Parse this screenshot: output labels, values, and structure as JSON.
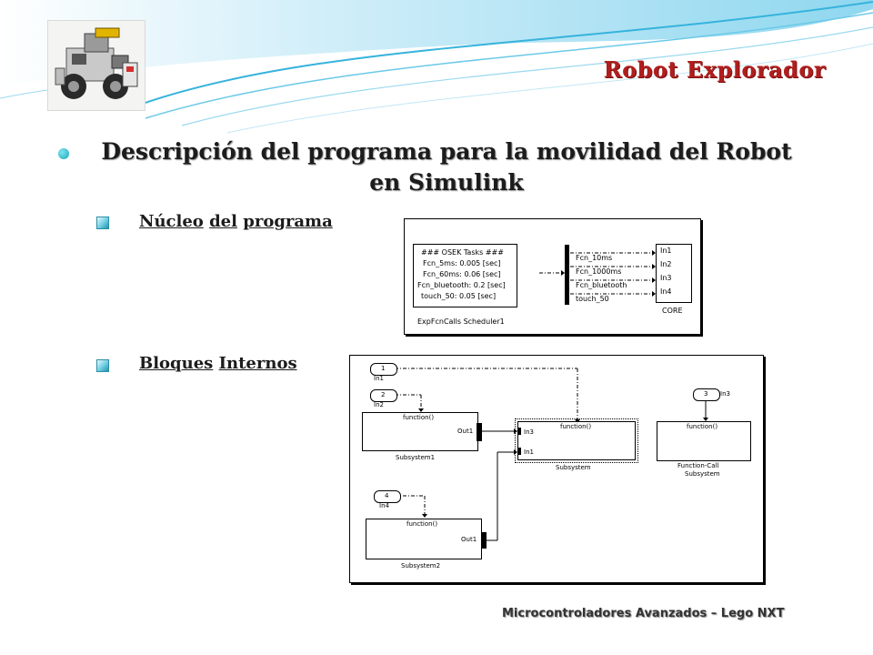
{
  "header": {
    "title": "Robot Explorador"
  },
  "heading": {
    "line1": "Descripción del programa para la movilidad del Robot",
    "line2": "en Simulink"
  },
  "section_core": {
    "words": [
      "Núcleo",
      "del",
      "programa"
    ]
  },
  "section_blocks": {
    "words": [
      "Bloques",
      "Internos"
    ]
  },
  "core_diagram": {
    "task_lines": [
      "###  OSEK Tasks  ###",
      "Fcn_5ms: 0.005 [sec]",
      "Fcn_60ms: 0.06 [sec]",
      "Fcn_bluetooth: 0.2 [sec]",
      "touch_50: 0.05 [sec]"
    ],
    "scheduler_name": "ExpFcnCalls Scheduler1",
    "signals": [
      "Fcn_10ms",
      "Fcn_1000ms",
      "Fcn_bluetooth",
      "touch_50"
    ],
    "core_ports": [
      "In1",
      "In2",
      "In3",
      "In4"
    ],
    "core_name": "CORE"
  },
  "internal_diagram": {
    "in1": {
      "num": "1",
      "label": "In1"
    },
    "in2": {
      "num": "2",
      "label": "In2"
    },
    "in3": {
      "num": "3",
      "label": "In3"
    },
    "in4": {
      "num": "4",
      "label": "In4"
    },
    "function_label": "function()",
    "out1": "Out1",
    "subsystem1": "Subsystem1",
    "subsystem": "Subsystem",
    "subsystem_ports": [
      "In3",
      "In1"
    ],
    "subsystem2": "Subsystem2",
    "fc_subsystem_line1": "Function-Call",
    "fc_subsystem_line2": "Subsystem"
  },
  "footer": {
    "text": "Microcontroladores Avanzados – Lego NXT"
  },
  "colors": {
    "accent_red": "#b01e1e",
    "bullet_teal": "#1aa6bd",
    "wave_blue": "#4fc3e6"
  },
  "icons": [
    "robot-logo",
    "round-bullet",
    "square-bullet"
  ]
}
